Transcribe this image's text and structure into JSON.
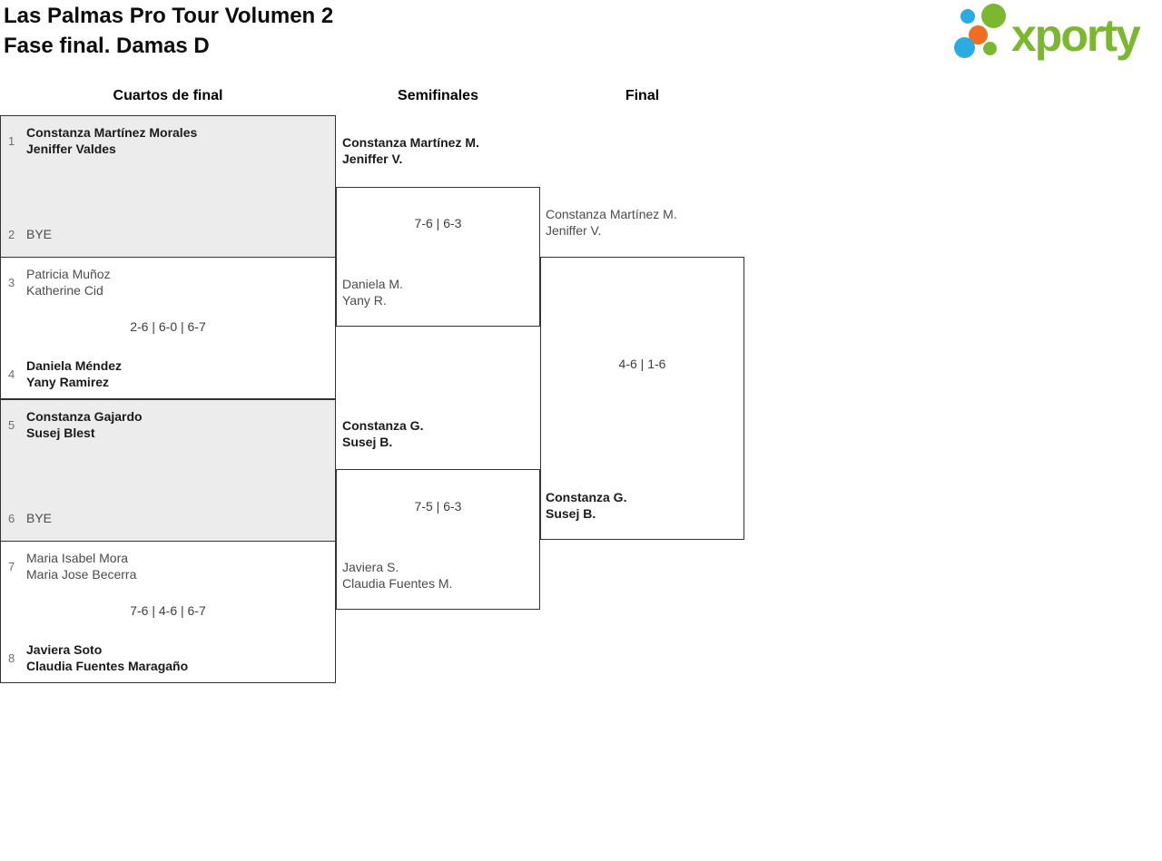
{
  "header": {
    "title_line1": "Las Palmas Pro Tour Volumen 2",
    "title_line2": "Fase final. Damas D",
    "logo_text": "xporty"
  },
  "colors": {
    "logo_green": "#7cb82f",
    "logo_blue": "#2aabe2",
    "logo_orange": "#ef6e22",
    "match_gray": "#ececec",
    "bracket_line": "#333333"
  },
  "round_headers": {
    "quarterfinals": "Cuartos de final",
    "semifinals": "Semifinales",
    "final": "Final"
  },
  "bracket": {
    "quarterfinals": [
      {
        "seed_top": "1",
        "team_top_line1": "Constanza Martínez Morales",
        "team_top_line2": "Jeniffer Valdes",
        "score": "",
        "seed_bottom": "2",
        "team_bottom_line1": "BYE",
        "team_bottom_line2": ""
      },
      {
        "seed_top": "3",
        "team_top_line1": "Patricia Muñoz",
        "team_top_line2": "Katherine Cid",
        "score": "2-6 | 6-0 | 6-7",
        "seed_bottom": "4",
        "team_bottom_line1": "Daniela Méndez",
        "team_bottom_line2": "Yany Ramirez"
      },
      {
        "seed_top": "5",
        "team_top_line1": "Constanza Gajardo",
        "team_top_line2": "Susej Blest",
        "score": "",
        "seed_bottom": "6",
        "team_bottom_line1": "BYE",
        "team_bottom_line2": ""
      },
      {
        "seed_top": "7",
        "team_top_line1": "Maria Isabel Mora",
        "team_top_line2": "Maria Jose Becerra",
        "score": "7-6 | 4-6 | 6-7",
        "seed_bottom": "8",
        "team_bottom_line1": "Javiera Soto",
        "team_bottom_line2": "Claudia Fuentes Maragaño"
      }
    ],
    "semifinals": [
      {
        "team_top_line1": "Constanza Martínez M.",
        "team_top_line2": "Jeniffer V.",
        "score": "7-6 | 6-3",
        "team_bottom_line1": "Daniela M.",
        "team_bottom_line2": "Yany R."
      },
      {
        "team_top_line1": "Constanza G.",
        "team_top_line2": "Susej B.",
        "score": "7-5 | 6-3",
        "team_bottom_line1": "Javiera S.",
        "team_bottom_line2": "Claudia Fuentes M."
      }
    ],
    "final": {
      "team_top_line1": "Constanza Martínez M.",
      "team_top_line2": "Jeniffer V.",
      "score": "4-6 | 1-6",
      "team_bottom_line1": "Constanza G.",
      "team_bottom_line2": "Susej B."
    }
  }
}
